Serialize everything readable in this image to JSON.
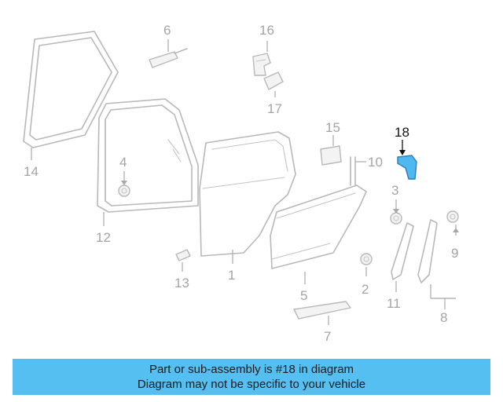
{
  "callouts": {
    "c1": "1",
    "c2": "2",
    "c3": "3",
    "c4": "4",
    "c5": "5",
    "c6": "6",
    "c7": "7",
    "c8": "8",
    "c9": "9",
    "c10": "10",
    "c11": "11",
    "c12": "12",
    "c13": "13",
    "c14": "14",
    "c15": "15",
    "c16": "16",
    "c17": "17",
    "c18": "18"
  },
  "highlighted_part": "18",
  "colors": {
    "highlight": "#4fb8ee",
    "banner": "#55bff2",
    "part_stroke": "#b8b8b8"
  },
  "banner": {
    "line1": "Part or sub-assembly is #18 in diagram",
    "line2": "Diagram may not be specific to your vehicle"
  }
}
